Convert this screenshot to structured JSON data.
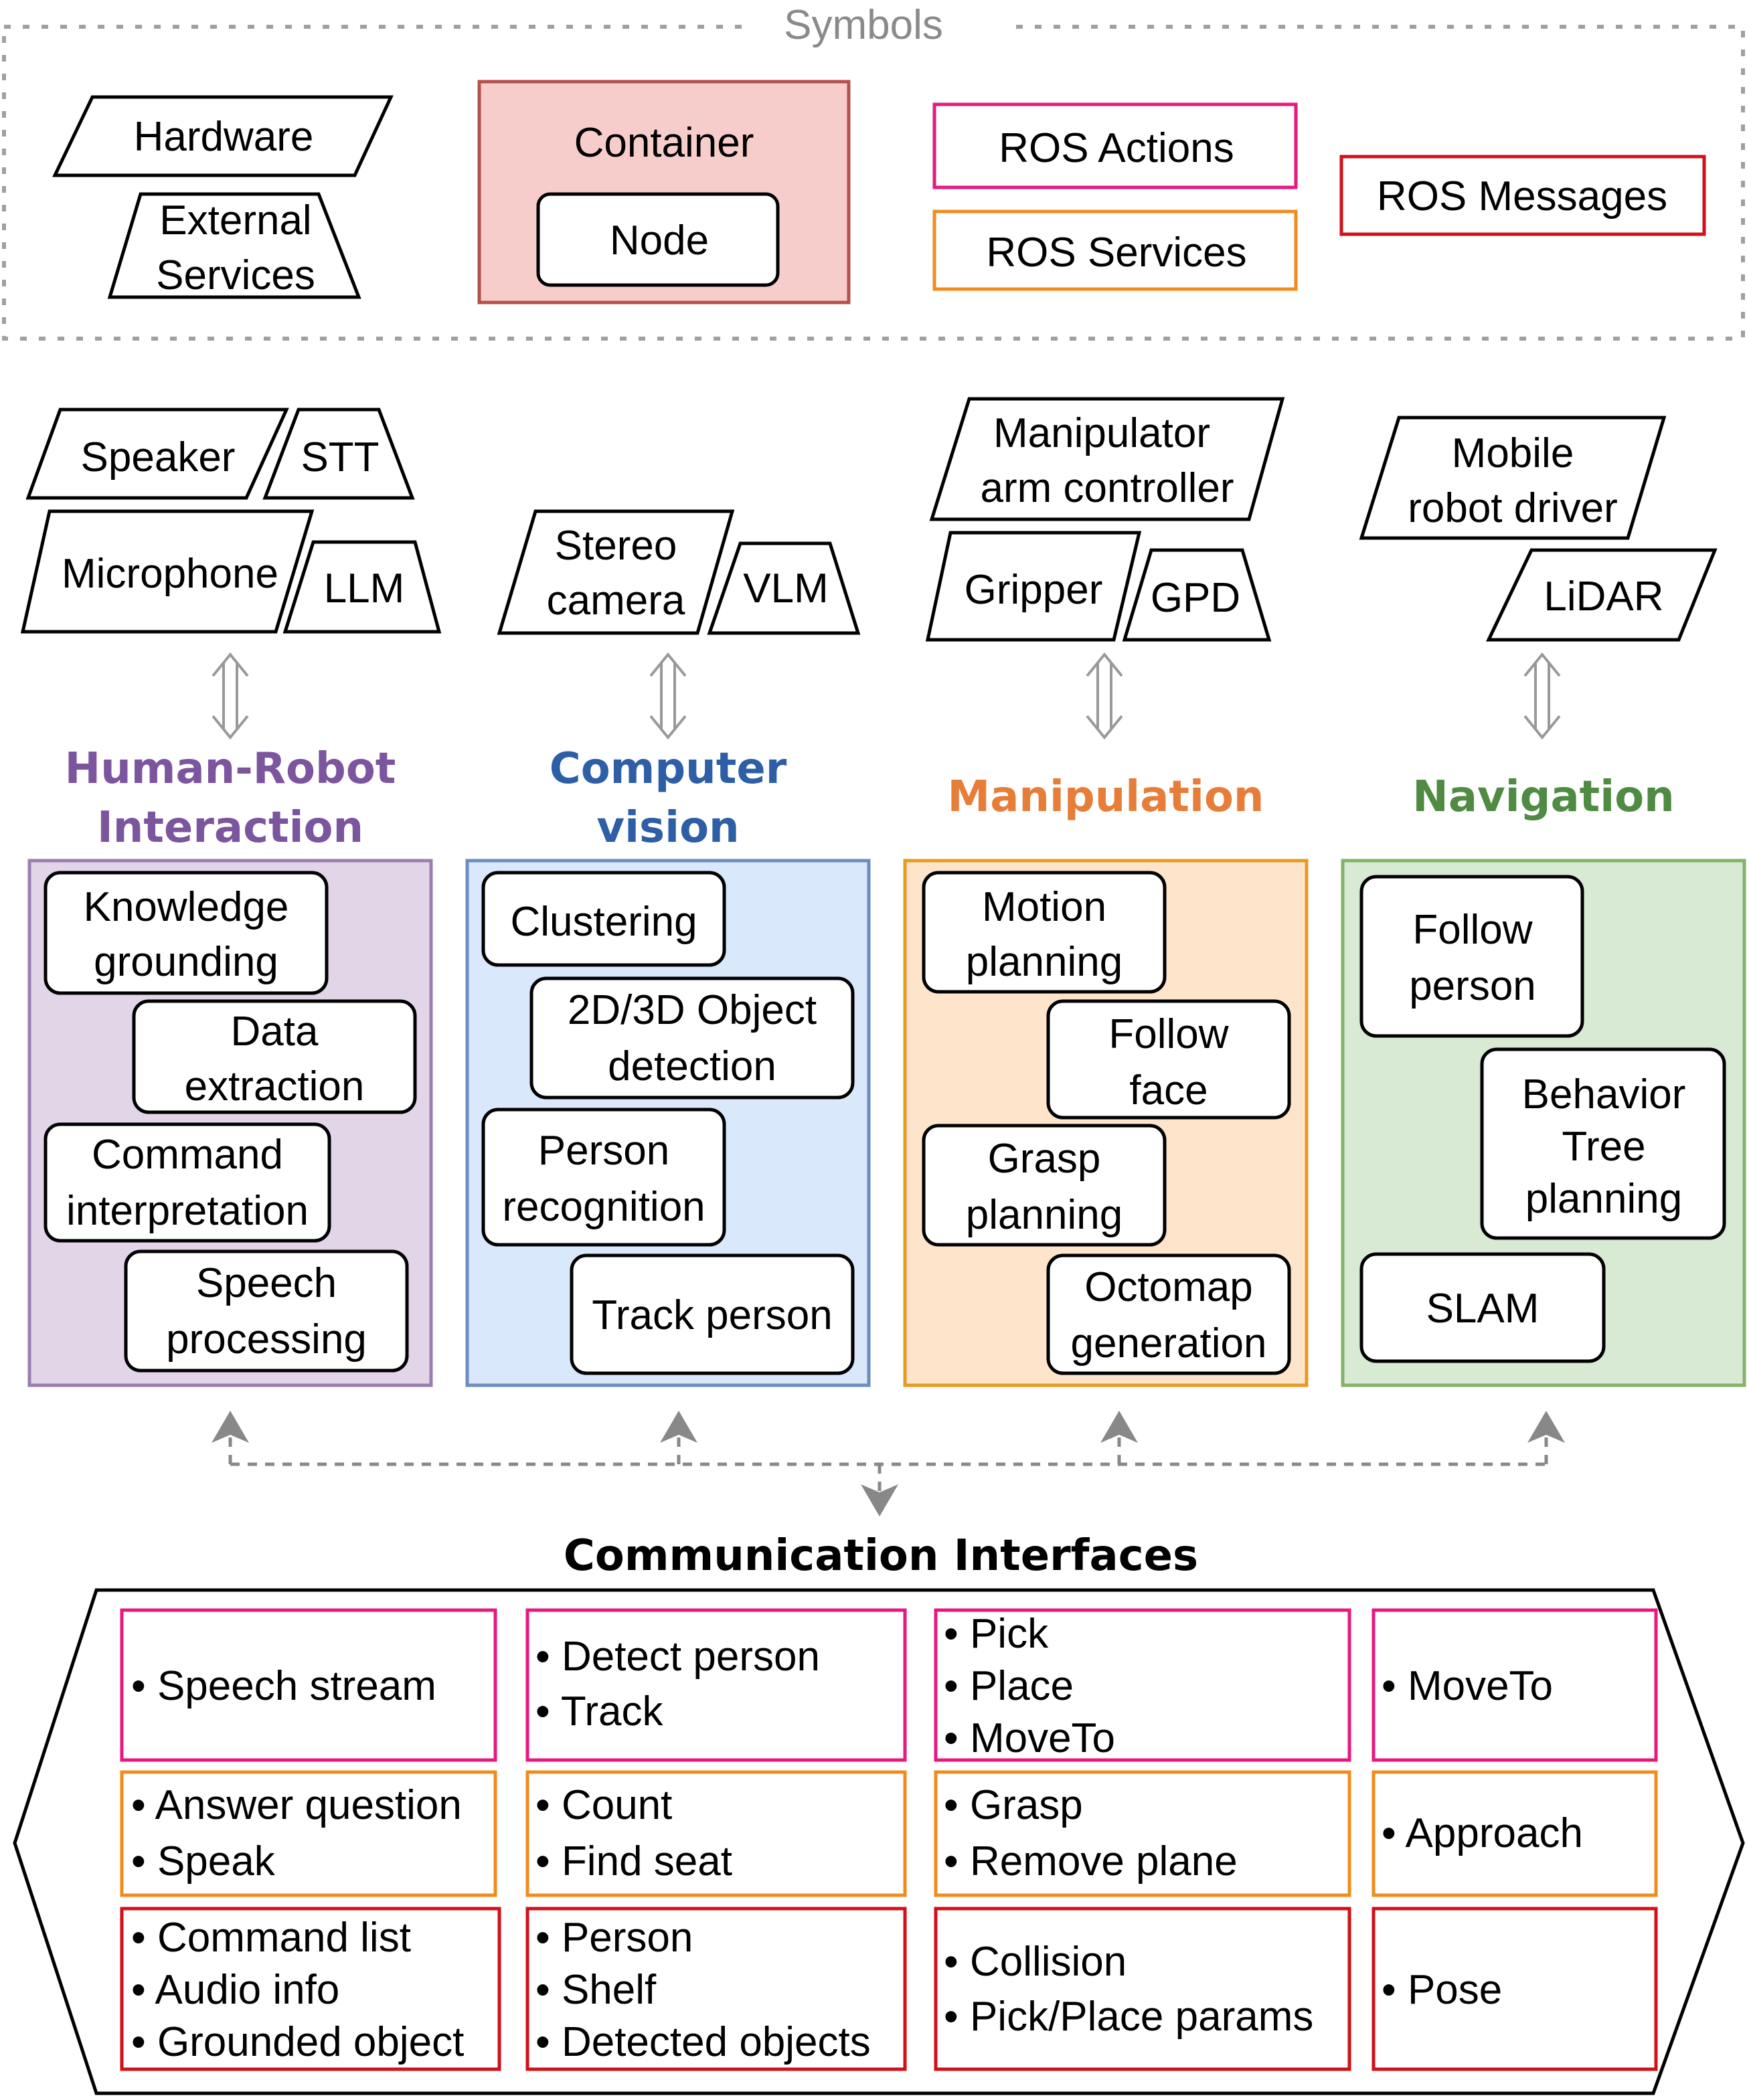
{
  "symbols": {
    "title": "Symbols",
    "hardware": "Hardware",
    "external_services": [
      "External",
      "Services"
    ],
    "container": "Container",
    "node": "Node",
    "ros_actions": "ROS Actions",
    "ros_services": "ROS Services",
    "ros_messages": "ROS Messages"
  },
  "hardware": {
    "hri": {
      "speaker": "Speaker",
      "stt": "STT",
      "microphone": "Microphone",
      "llm": "LLM"
    },
    "cv": {
      "stereo_camera": [
        "Stereo",
        "camera"
      ],
      "vlm": "VLM"
    },
    "manip": {
      "arm_controller": [
        "Manipulator",
        "arm controller"
      ],
      "gripper": "Gripper",
      "gpd": "GPD"
    },
    "nav": {
      "mobile_robot_driver": [
        "Mobile",
        "robot driver"
      ],
      "lidar": "LiDAR"
    }
  },
  "categories": {
    "hri": {
      "title": [
        "Human-Robot",
        "Interaction"
      ],
      "color": "#7b559e"
    },
    "cv": {
      "title": [
        "Computer",
        "vision"
      ],
      "color": "#2e5fa6"
    },
    "manip": {
      "title": [
        "Manipulation"
      ],
      "color": "#e67e3a"
    },
    "nav": {
      "title": [
        "Navigation"
      ],
      "color": "#4f8b42"
    }
  },
  "nodes": {
    "hri": {
      "knowledge_grounding": [
        "Knowledge",
        "grounding"
      ],
      "data_extraction": [
        "Data",
        "extraction"
      ],
      "command_interpretation": [
        "Command",
        "interpretation"
      ],
      "speech_processing": [
        "Speech",
        "processing"
      ]
    },
    "cv": {
      "clustering": [
        "Clustering"
      ],
      "object_detection": [
        "2D/3D Object",
        "detection"
      ],
      "person_recognition": [
        "Person",
        "recognition"
      ],
      "track_person": [
        "Track person"
      ]
    },
    "manip": {
      "motion_planning": [
        "Motion",
        "planning"
      ],
      "follow_face": [
        "Follow",
        "face"
      ],
      "grasp_planning": [
        "Grasp",
        "planning"
      ],
      "octomap_generation": [
        "Octomap",
        "generation"
      ]
    },
    "nav": {
      "follow_person": [
        "Follow",
        "person"
      ],
      "behavior_tree_planning": [
        "Behavior",
        "Tree",
        "planning"
      ],
      "slam": [
        "SLAM"
      ]
    }
  },
  "communication": {
    "title": "Communication Interfaces",
    "actions": {
      "hri": [
        "Speech stream"
      ],
      "cv": [
        "Detect person",
        "Track"
      ],
      "manip": [
        "Pick",
        "Place",
        "MoveTo"
      ],
      "nav": [
        "MoveTo"
      ]
    },
    "services": {
      "hri": [
        "Answer question",
        "Speak"
      ],
      "cv": [
        "Count",
        "Find seat"
      ],
      "manip": [
        "Grasp",
        "Remove plane"
      ],
      "nav": [
        "Approach"
      ]
    },
    "messages": {
      "hri": [
        "Command list",
        "Audio info",
        "Grounded object"
      ],
      "cv": [
        "Person",
        "Shelf",
        "Detected objects"
      ],
      "manip": [
        "Collision",
        "Pick/Place params"
      ],
      "nav": [
        "Pose"
      ]
    }
  },
  "colors": {
    "actions": "#e6197f",
    "services": "#f08c1e",
    "messages": "#d1101a",
    "container_fill": "#f7cdcb",
    "container_stroke": "#b5504c",
    "hri_fill": "#e2d5e8",
    "cv_fill": "#dae8fb",
    "manip_fill": "#fde4cb",
    "nav_fill": "#d8e9d4"
  }
}
